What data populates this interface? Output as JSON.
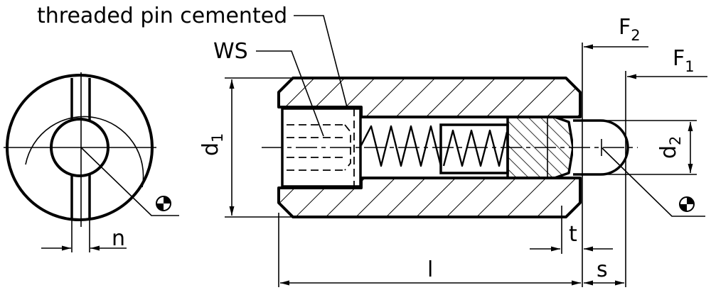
{
  "labels": {
    "threaded_pin": "threaded pin cemented",
    "ws": "WS",
    "d1_main": "d",
    "d1_sub": "1",
    "d2_main": "d",
    "d2_sub": "2",
    "f1_main": "F",
    "f1_sub": "1",
    "f2_main": "F",
    "f2_sub": "2",
    "n": "n",
    "t": "t",
    "l": "l",
    "s": "s"
  },
  "icons": {
    "left_view_symbol": "quarter-circle-symbol-icon",
    "right_view_symbol": "quarter-circle-symbol-icon"
  },
  "colors": {
    "ink": "#000000",
    "paper": "#ffffff"
  }
}
